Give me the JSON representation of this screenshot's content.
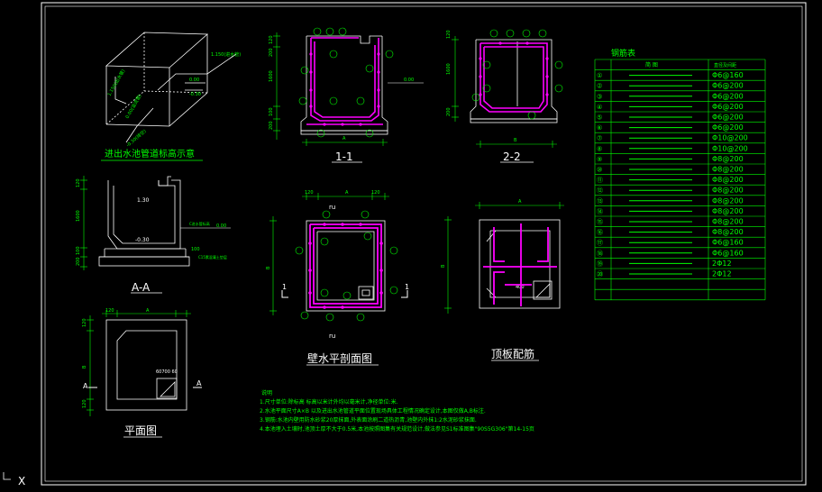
{
  "colors": {
    "background": "#000000",
    "line": "#ffffff",
    "rebar": "#ff00ff",
    "annotation": "#00ff00",
    "frame": "#ffffff"
  },
  "views": {
    "iso": {
      "title": "进出水池管道标高示意",
      "labels": [
        "1.150(进水管)",
        "0.00",
        "-0.30",
        "1.150(出水管)",
        "0.00(溢流管)",
        "-0.30(排空)"
      ]
    },
    "section_1_1": {
      "title": "1-1",
      "dim_a": "A",
      "elev": "0.00",
      "dims_left": [
        "120",
        "200",
        "1600",
        "100",
        "200"
      ]
    },
    "section_2_2": {
      "title": "2-2",
      "dim_b": "B",
      "dims_left": [
        "120",
        "1600",
        "200"
      ]
    },
    "section_a_a": {
      "title": "A-A",
      "elev_top": "1.30",
      "elev_bottom": "-0.30",
      "elev_zero": "0.00",
      "note_top": "C进水管标高",
      "note_bottom": "C15素混凝土垫层",
      "dims_left": [
        "120",
        "1600",
        "100",
        "200"
      ],
      "dim_right": "100"
    },
    "wall_section": {
      "title": "壁水平剖面图",
      "dim_a": "A",
      "dim_b": "B",
      "cut_label": "1",
      "dims_top": [
        "120",
        "120"
      ]
    },
    "roof_rebar": {
      "title": "顶板配筋",
      "dim_a": "A",
      "dim_b": "B",
      "label_400": "400"
    },
    "plan": {
      "title": "平面图",
      "dim_a": "A",
      "dim_b": "B",
      "cut_label": "A",
      "cover_label": "60700 60",
      "dims_left": [
        "120",
        "120"
      ]
    }
  },
  "rebar_table": {
    "title": "钢筋表",
    "headers": [
      "",
      "简  图",
      "直径及间距"
    ],
    "rows": [
      {
        "no": "①",
        "spec": "Φ6@160"
      },
      {
        "no": "②",
        "spec": "Φ6@200"
      },
      {
        "no": "③",
        "spec": "Φ6@200"
      },
      {
        "no": "④",
        "spec": "Φ6@200"
      },
      {
        "no": "⑤",
        "spec": "Φ6@200"
      },
      {
        "no": "⑥",
        "spec": "Φ6@200"
      },
      {
        "no": "⑦",
        "spec": "Φ10@200"
      },
      {
        "no": "⑧",
        "spec": "Φ10@200"
      },
      {
        "no": "⑨",
        "spec": "Φ8@200"
      },
      {
        "no": "⑩",
        "spec": "Φ8@200"
      },
      {
        "no": "⑪",
        "spec": "Φ8@200"
      },
      {
        "no": "⑫",
        "spec": "Φ8@200"
      },
      {
        "no": "⑬",
        "spec": "Φ8@200"
      },
      {
        "no": "⑭",
        "spec": "Φ8@200"
      },
      {
        "no": "⑮",
        "spec": "Φ8@200"
      },
      {
        "no": "⑯",
        "spec": "Φ8@200"
      },
      {
        "no": "⑰",
        "spec": "Φ6@160"
      },
      {
        "no": "⑱",
        "spec": "Φ6@160"
      },
      {
        "no": "⑲",
        "spec": "2Φ12"
      },
      {
        "no": "⑳",
        "spec": "2Φ12"
      },
      {
        "no": "",
        "spec": ""
      },
      {
        "no": "",
        "spec": ""
      }
    ]
  },
  "notes": {
    "heading": "说明",
    "lines": [
      "1.尺寸单位:除标高 标高以米计外均以毫米计,净径单位:米.",
      "2.水池平面尺寸A×B 以及进出水池管道平面位置现场具体工程情况确定设计,本图仅做A,B标注.",
      "3.钢筋:水池内壁用防水砂浆20厚抹面,外表面涂刷二道热沥青,池壁内外抹1:2水泥砂浆抹面.",
      "4.本池埋入土壤时,池顶土厚不大于0.5米,本池按照图集有关规范设计,做法参见S1标准图集\"90S5G306\"第14-15页"
    ]
  },
  "cursor": {
    "icon": "ucs-cross-icon",
    "label": "X"
  }
}
